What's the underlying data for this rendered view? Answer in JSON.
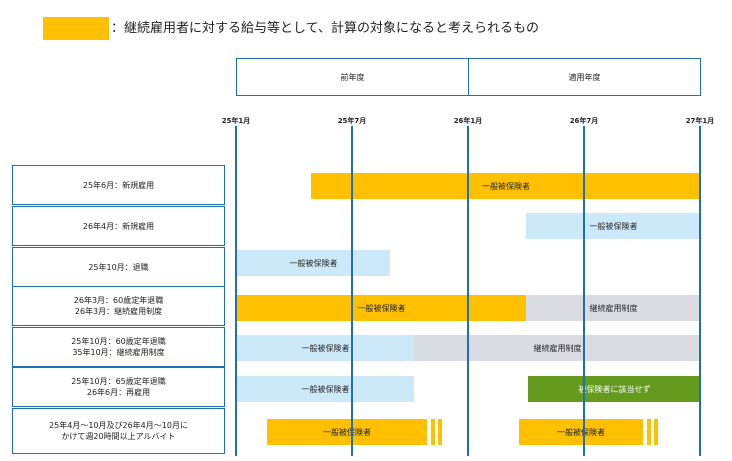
{
  "legend": {
    "text": "：継続雇用者に対する給与等として、計算の対象になると考えられるもの",
    "color": "#ffc000"
  },
  "periods": {
    "previous": "前年度",
    "applicable": "適用年度"
  },
  "ticks": [
    "25年1月",
    "25年7月",
    "26年1月",
    "26年7月",
    "27年1月"
  ],
  "rows": [
    {
      "lines": [
        "25年6月：新規雇用"
      ]
    },
    {
      "lines": [
        "26年4月：新規雇用"
      ]
    },
    {
      "lines": [
        "25年10月：退職"
      ]
    },
    {
      "lines": [
        "26年3月：60歳定年退職",
        "26年3月：継続雇用制度"
      ]
    },
    {
      "lines": [
        "25年10月：60歳定年退職",
        "35年10月：継続雇用制度"
      ]
    },
    {
      "lines": [
        "25年10月：65歳定年退職",
        "26年6月：再雇用"
      ]
    },
    {
      "lines": [
        "25年4月～10月及び26年4月～10月に",
        "かけて週20時間以上アルバイト"
      ]
    }
  ],
  "bar_labels": {
    "general_insured": "一般被保険者",
    "continued_employment": "継続雇用制度",
    "not_insured": "被保険者に該当せず"
  },
  "colors": {
    "counted": "#ffc000",
    "general": "#cce9fa",
    "continued": "#d9dde3",
    "not_insured": "#649a1d",
    "line": "#1f6fb5"
  }
}
